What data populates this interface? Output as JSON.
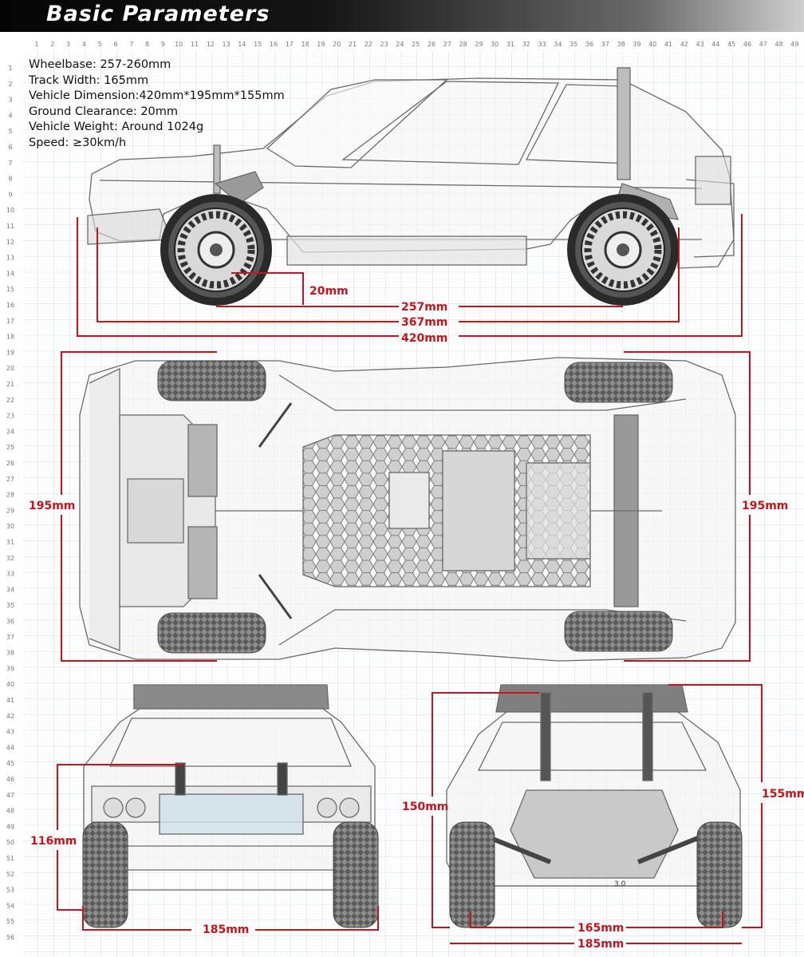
{
  "header": {
    "title": "Basic Parameters"
  },
  "specs": [
    "Wheelbase: 257-260mm",
    "Track Width: 165mm",
    "Vehicle Dimension:420mm*195mm*155mm",
    "Ground Clearance: 20mm",
    "Vehicle Weight: Around 1024g",
    "Speed: ≥30km/h"
  ],
  "dimensions": {
    "side_ground_clearance": "20mm",
    "side_wheelbase": "257mm",
    "side_inner_length": "367mm",
    "side_total_length": "420mm",
    "top_width_left": "195mm",
    "top_width_right": "195mm",
    "front_height": "116mm",
    "front_track": "185mm",
    "rear_height_left": "150mm",
    "rear_height_right": "155mm",
    "rear_track_inner": "165mm",
    "rear_track_outer": "185mm"
  },
  "ruler": {
    "top_max": 49,
    "left_max": 56
  },
  "colors": {
    "dimension": "#c4141c",
    "grid_major": "#c9d3df",
    "grid_minor": "#e7ecf2",
    "outline": "#5a5a5a"
  }
}
